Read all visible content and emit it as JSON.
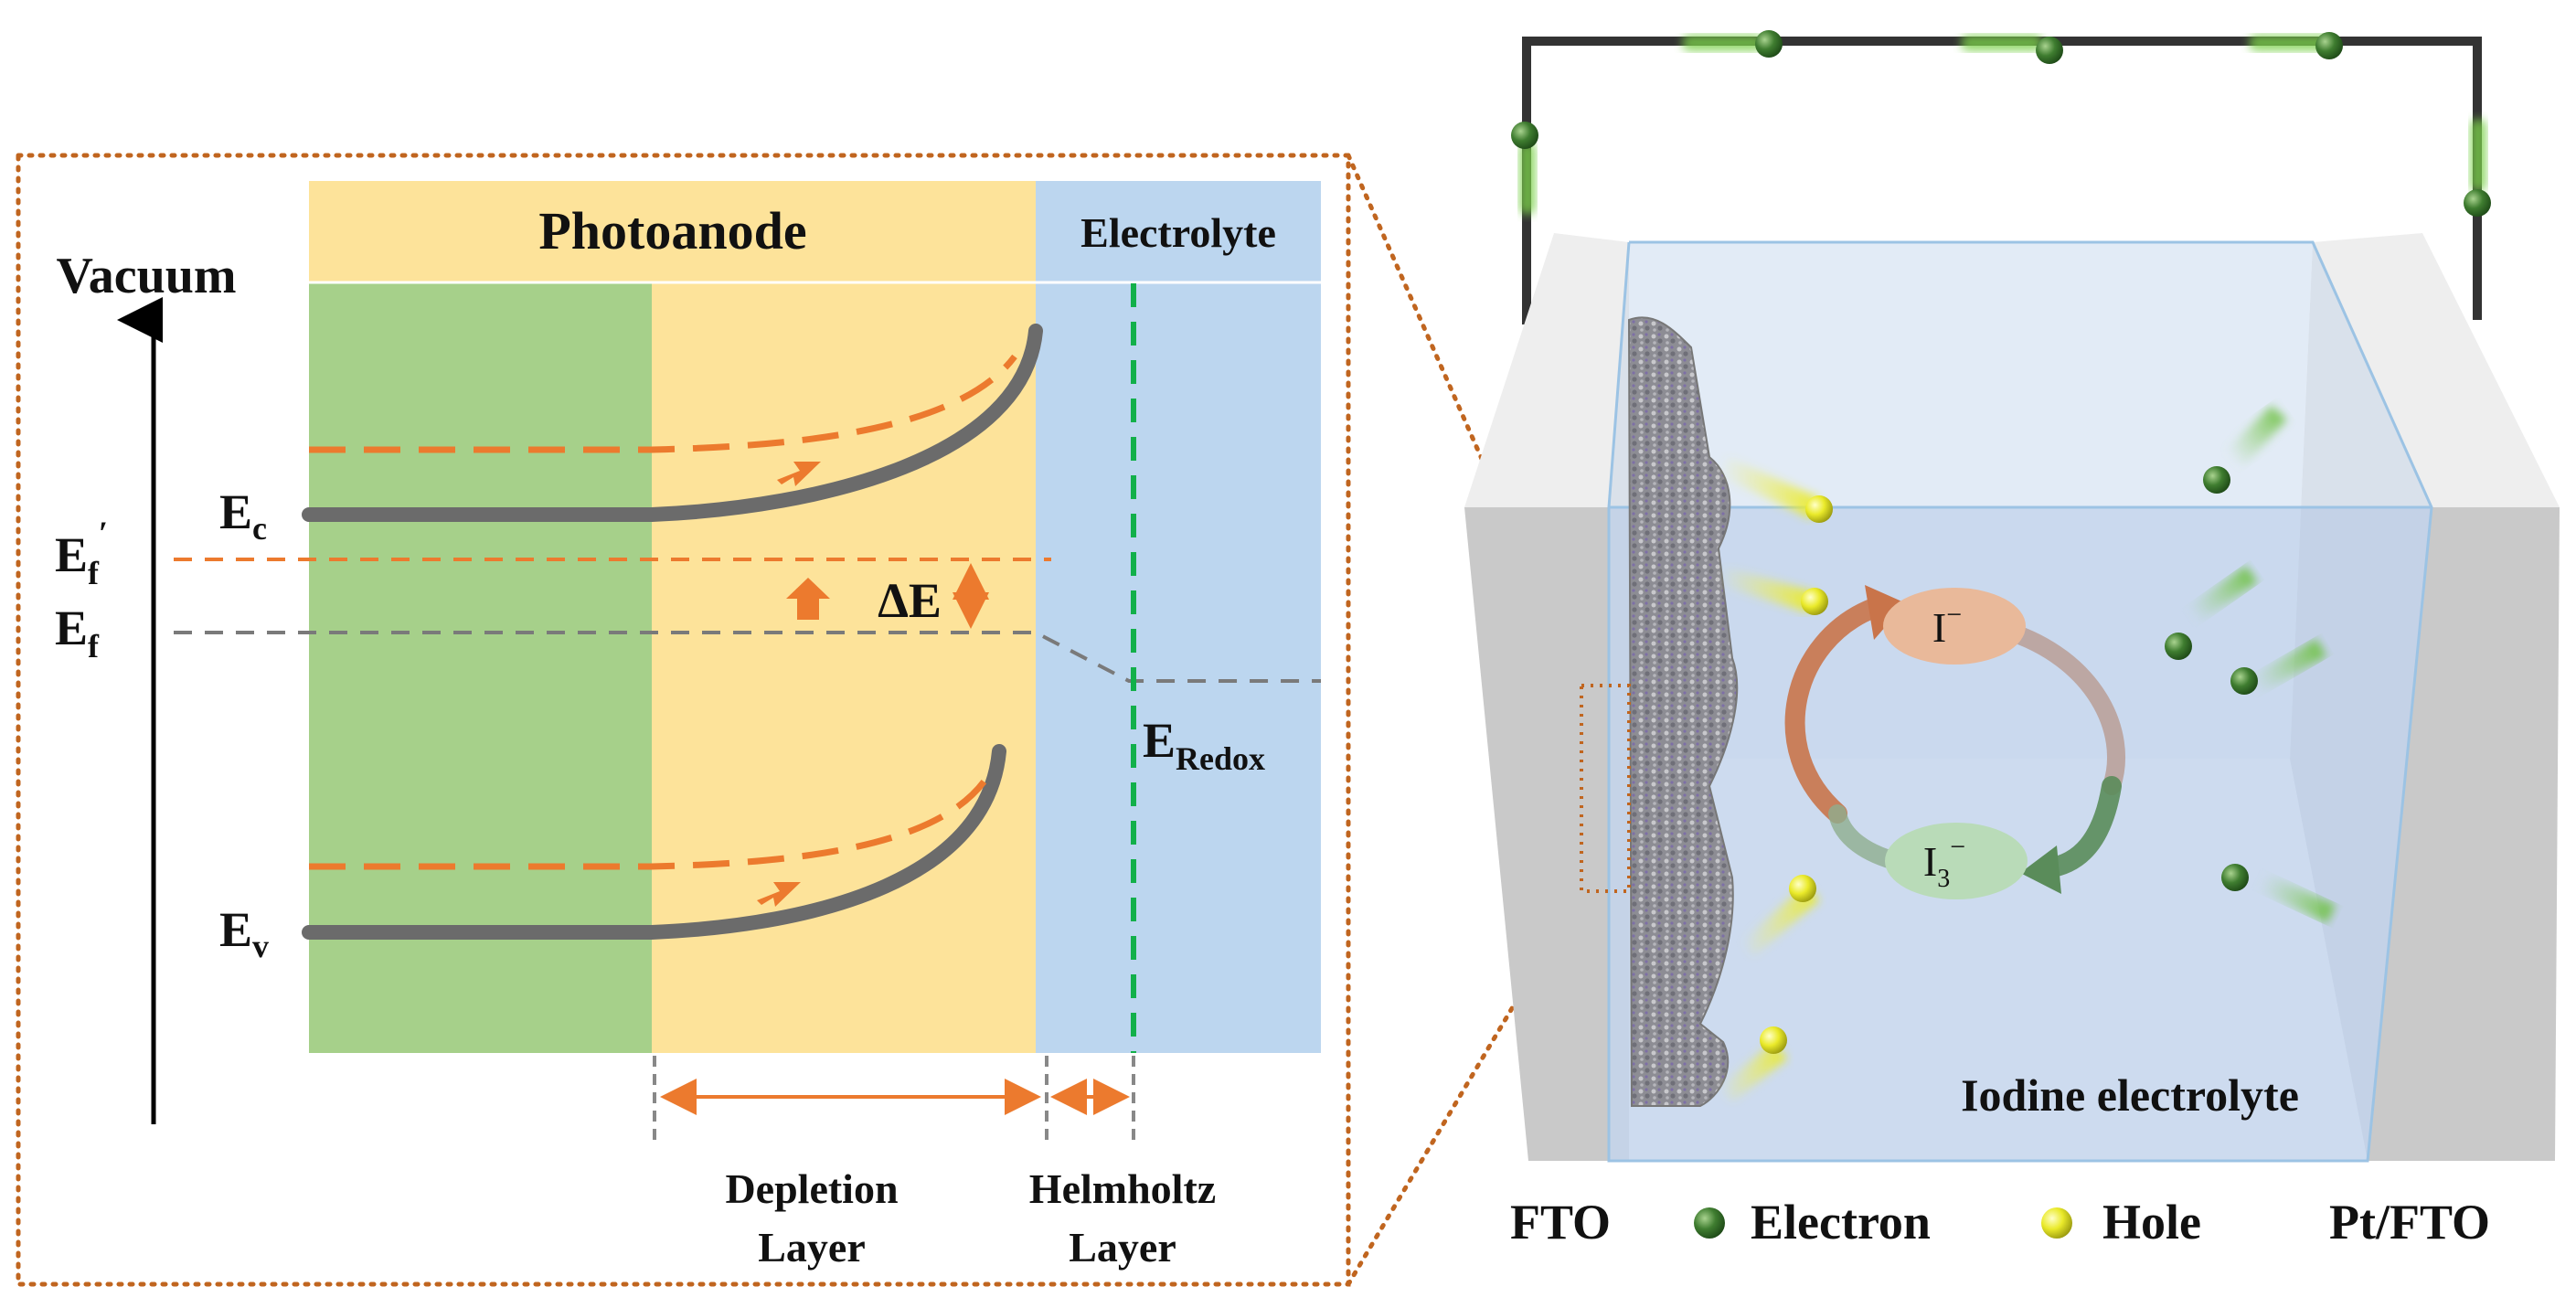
{
  "band_diagram": {
    "vacuum_label": "Vacuum",
    "photoanode_label": "Photoanode",
    "electrolyte_label": "Electrolyte",
    "ec_label": "E",
    "ec_sub": "c",
    "ef_prime_label": "E",
    "ef_prime_sub": "f",
    "ef_prime_mark": "′",
    "ef_label": "E",
    "ef_sub": "f",
    "ev_label": "E",
    "ev_sub": "v",
    "delta_e_label": "ΔE",
    "eredox_label": "E",
    "eredox_sub": "Redox",
    "depletion_line1": "Depletion",
    "depletion_line2": "Layer",
    "helmholtz_line1": "Helmholtz",
    "helmholtz_line2": "Layer"
  },
  "cell": {
    "i_minus_label": "I",
    "i_minus_sup": "−",
    "i3_label": "I",
    "i3_sub": "3",
    "i3_sup": "−",
    "electrolyte_caption": "Iodine electrolyte"
  },
  "legend": {
    "fto_label": "FTO",
    "electron_label": "Electron",
    "hole_label": "Hole",
    "pt_fto_label": "Pt/FTO"
  },
  "colors": {
    "photoanode_yellow": "#fde39a",
    "bulk_green": "#a6d08a",
    "electrolyte_blue": "#bcd6ef",
    "band_gray": "#6b6b6b",
    "shifted_orange": "#ec7a2e",
    "helmholtz_green": "#12b04a",
    "electron_green": "#3b7a2c",
    "hole_yellow": "#e6e61c",
    "cycle_orange": "#c9744a",
    "cycle_green": "#5a8c5a"
  }
}
